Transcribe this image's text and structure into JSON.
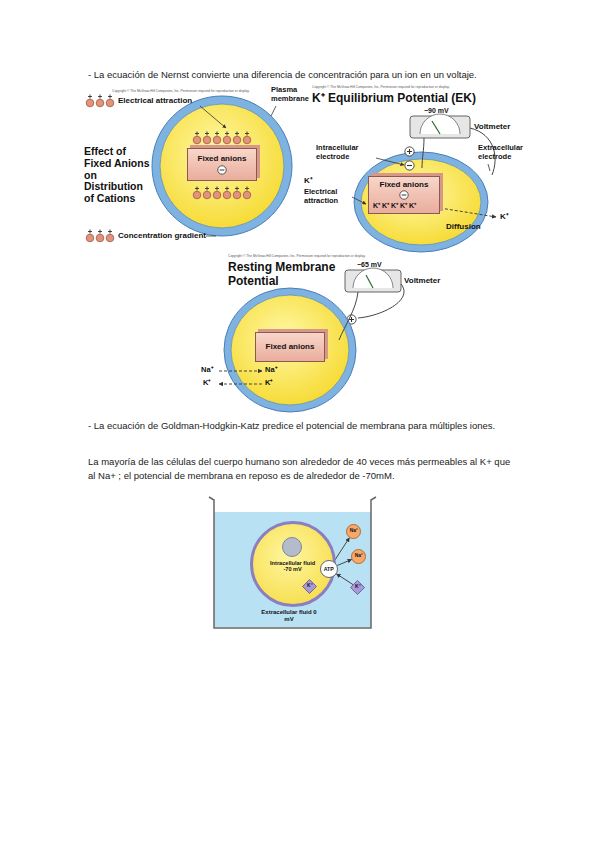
{
  "diagram": {
    "nodes": [
      {
        "text": [
          "Fixed anions"
        ]
      },
      {
        "text": [
          "Fixed anions"
        ]
      },
      {
        "text": [
          "Fixed anions"
        ]
      },
      {
        "text": [
          "Intracellular fluid -70 mV"
        ]
      },
      {
        "text": [
          "ATP"
        ],
        "in": 3
      },
      {
        "text": [
          "Na⁺"
        ]
      },
      {
        "text": [
          "Na⁺"
        ]
      },
      {
        "text": [
          "K⁺"
        ],
        "in": 3
      },
      {
        "text": [
          "K⁺"
        ]
      }
    ],
    "edges": [
      {
        "from": 4,
        "to": 5,
        "arrow": "to"
      },
      {
        "from": 4,
        "to": 6,
        "arrow": "to"
      },
      {
        "from": 8,
        "to": 4,
        "arrow": "to"
      },
      {
        "from": 4,
        "to": 7,
        "arrow": "to"
      }
    ],
    "labels": [
      "- La ecuación de Nernst convierte una diferencia de concentración para un ion en un voltaje.",
      "Copyright © The McGraw-Hill Companies, Inc. Permission required for reproduction or display.",
      "Electrical attraction",
      "Plasma membrane",
      "Effect of Fixed Anions on Distribution of Cations",
      "Concentration gradient",
      "Copyright © The McGraw-Hill Companies, Inc. Permission required for reproduction or display.",
      "K⁺ Equilibrium Potential (EK)",
      "−90 mV",
      "Voltmeter",
      "Intracellular electrode",
      "Extracellular electrode",
      "K⁺",
      "Electrical attraction",
      "Diffusion",
      "K⁺",
      "K⁺ K⁺ K⁺ K⁺ K⁺",
      "Copyright © The McGraw-Hill Companies, Inc. Permission required for reproduction or display.",
      "Resting Membrane Potential",
      "−65 mV",
      "Voltmeter",
      "Na⁺",
      "Na⁺",
      "K⁺",
      "K⁺",
      "- La ecuación de Goldman-Hodgkin-Katz predice el potencial de membrana para múltiples iones.",
      "La mayoría de las células del cuerpo humano son alrededor de 40 veces más permeables al K+ que al Na+ ; el potencial de membrana en reposo es de alrededor de -70mM.",
      "Extracellular fluid 0 mV"
    ]
  }
}
